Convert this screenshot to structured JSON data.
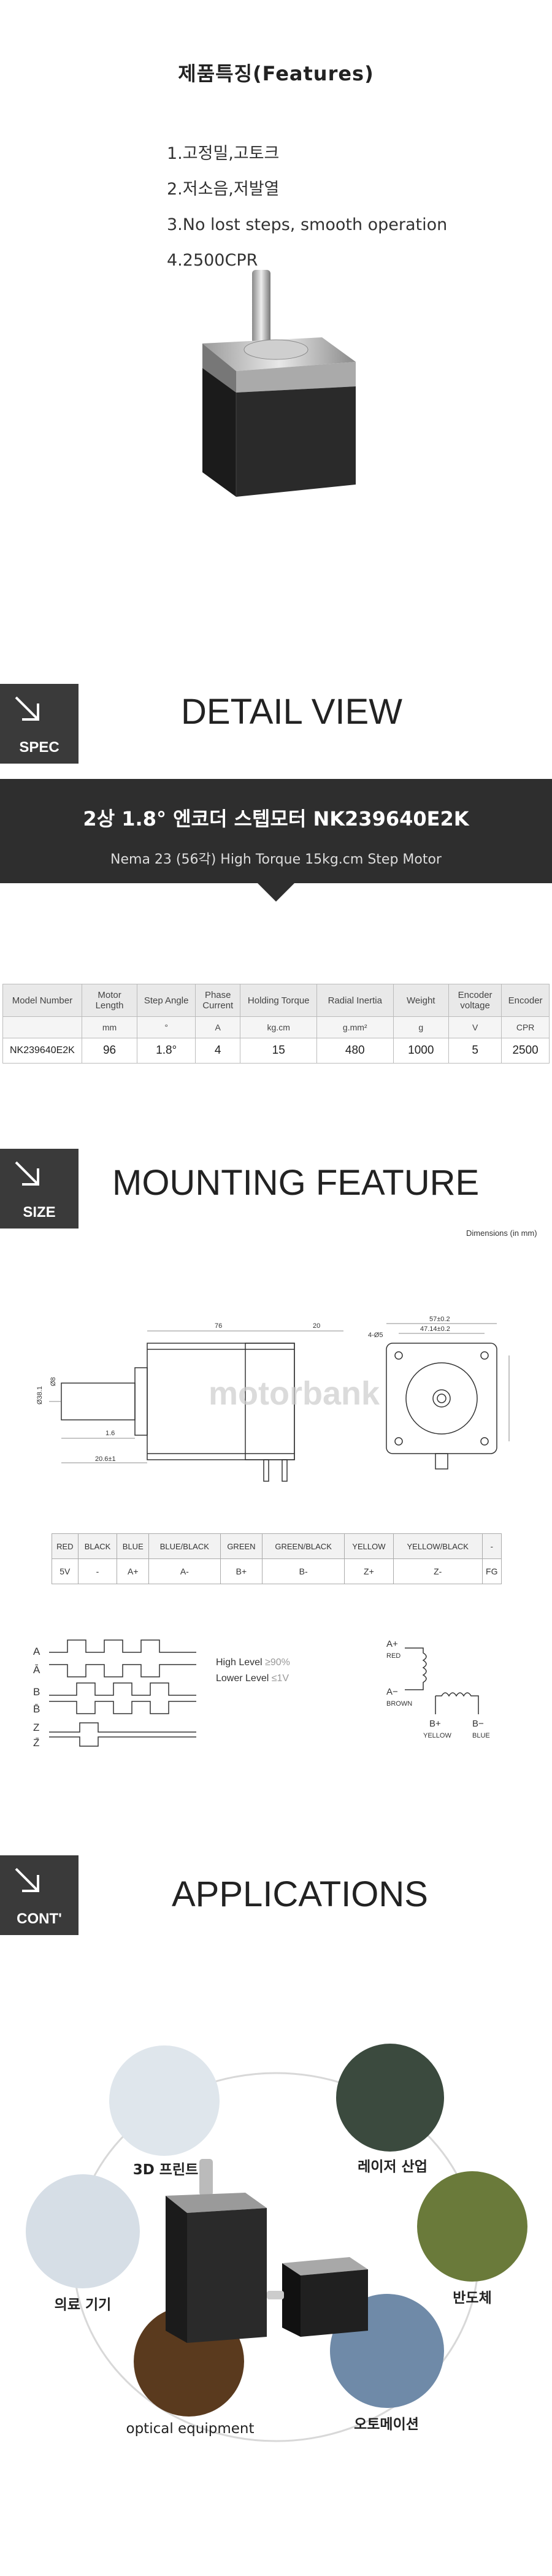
{
  "features": {
    "title": "제품특징(Features)",
    "items": [
      "1.고정밀,고토크",
      "2.저소음,저발열",
      "3.No lost steps, smooth operation",
      "4.2500CPR"
    ]
  },
  "spec_section": {
    "badge": "SPEC",
    "title": "DETAIL VIEW"
  },
  "banner": {
    "title": "2상 1.8° 엔코더 스텝모터 NK239640E2K",
    "subtitle": "Nema 23   (56각) High Torque 15kg.cm    Step Motor"
  },
  "spec_table": {
    "headers": [
      "Model Number",
      "Motor Length",
      "Step Angle",
      "Phase Current",
      "Holding Torque",
      "Radial Inertia",
      "Weight",
      "Encoder voltage",
      "Encoder"
    ],
    "units": [
      "",
      "mm",
      "°",
      "A",
      "kg.cm",
      "g.mm²",
      "g",
      "V",
      "CPR"
    ],
    "row": [
      "NK239640E2K",
      "96",
      "1.8°",
      "4",
      "15",
      "480",
      "1000",
      "5",
      "2500"
    ]
  },
  "size_section": {
    "badge": "SIZE",
    "title": "MOUNTING FEATURE",
    "dimensions_note": "Dimensions (in mm)"
  },
  "drawing": {
    "dims": [
      "76",
      "20",
      "47.14±0.2",
      "57±0.2",
      "4-Ø5",
      "Ø8",
      "1.6",
      "Ø38.1",
      "20.6±1"
    ],
    "watermark": "motorbank"
  },
  "wiring_table": {
    "colors": [
      "RED",
      "BLACK",
      "BLUE",
      "BLUE/BLACK",
      "GREEN",
      "GREEN/BLACK",
      "YELLOW",
      "YELLOW/BLACK",
      "-"
    ],
    "signals": [
      "5V",
      "-",
      "A+",
      "A-",
      "B+",
      "B-",
      "Z+",
      "Z-",
      "FG"
    ]
  },
  "timing": {
    "signals": [
      "A",
      "Ā",
      "B",
      "B̄",
      "Z",
      "Z̄"
    ],
    "high_level_label": "High Level",
    "high_level_value": "≥90%",
    "low_level_label": "Lower Level",
    "low_level_value": "≤1V"
  },
  "coil": {
    "a_plus": "A+",
    "a_plus_color": "RED",
    "a_minus": "A−",
    "a_minus_color": "BROWN",
    "b_plus": "B+",
    "b_plus_color": "YELLOW",
    "b_minus": "B−",
    "b_minus_color": "BLUE"
  },
  "apps_section": {
    "badge": "CONT'",
    "title": "APPLICATIONS",
    "items": [
      "3D 프린트",
      "레이저 산업",
      "반도체",
      "오토메이션",
      "optical equipment",
      "의료 기기"
    ]
  }
}
